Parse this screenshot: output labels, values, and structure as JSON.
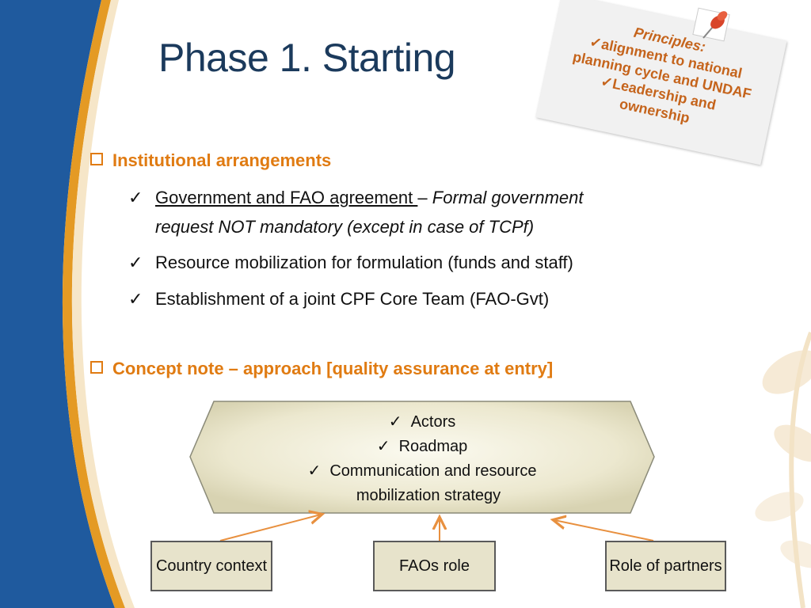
{
  "title": "Phase 1. Starting",
  "note": {
    "header": "Principles:",
    "line1": "✓alignment to national",
    "line2": "planning cycle and UNDAF",
    "line3": "✓Leadership and",
    "line4": "ownership"
  },
  "section1": {
    "heading": "Institutional arrangements",
    "items": [
      {
        "underlined": "Government and FAO agreement ",
        "dash": "– ",
        "italic1": "Formal government",
        "italic2": "request NOT mandatory (except in case of TCPf)"
      },
      {
        "text": "Resource mobilization for formulation  (funds and staff)"
      },
      {
        "text": "Establishment of a joint CPF Core Team (FAO-Gvt)"
      }
    ]
  },
  "section2": {
    "heading": "Concept note – approach [quality assurance at entry]"
  },
  "hexagon": {
    "items": [
      "Actors",
      "Roadmap",
      "Communication and resource"
    ],
    "continuation": "mobilization strategy"
  },
  "boxes": {
    "country": "Country context",
    "fao": "FAOs role",
    "partners": "Role of partners"
  },
  "colors": {
    "title": "#1b3a5c",
    "accent": "#e07b12",
    "note_text": "#c5641c",
    "left_blue": "#1f5a9e",
    "box_fill": "#e7e3cb"
  },
  "icons": {
    "checkbox": "square-bullet-icon",
    "check": "checkmark-icon",
    "pin": "pushpin-icon"
  }
}
